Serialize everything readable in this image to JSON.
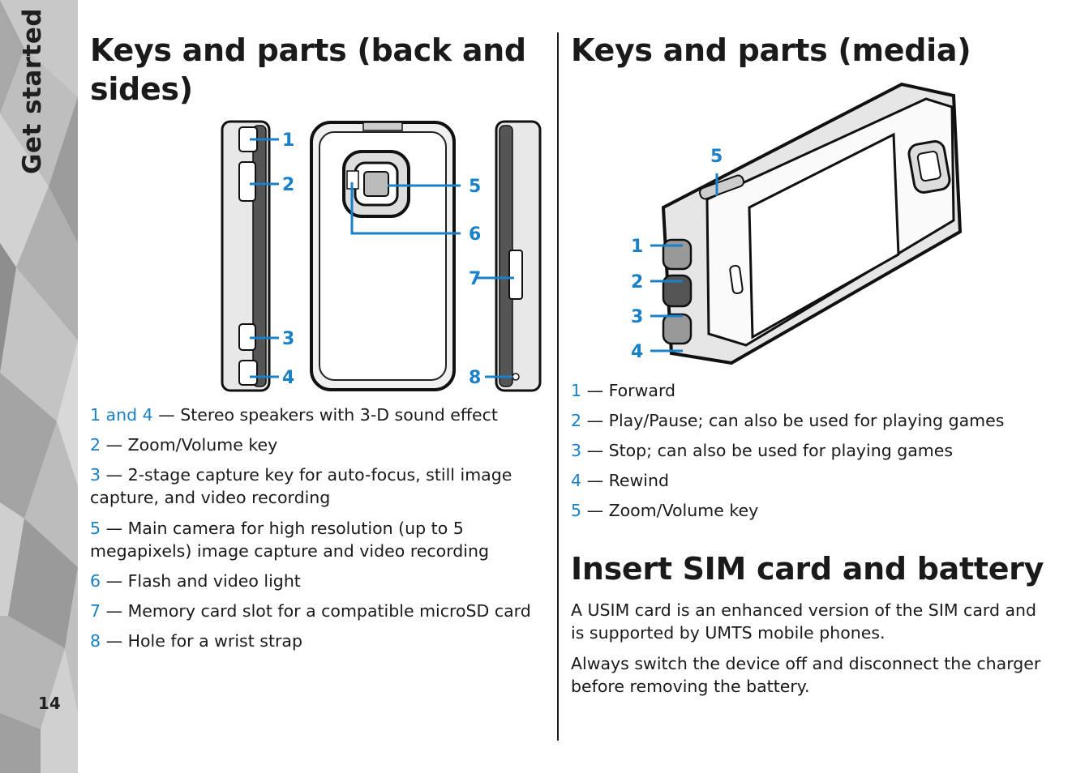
{
  "sidebar": {
    "section_label": "Get started",
    "page_number": "14"
  },
  "left": {
    "title": "Keys and parts (back and sides)",
    "callouts": [
      "1",
      "2",
      "3",
      "4",
      "5",
      "6",
      "7",
      "8"
    ],
    "items": [
      {
        "num": "1 and 4",
        "text": " — Stereo speakers with 3-D sound effect"
      },
      {
        "num": "2",
        "text": " — Zoom/Volume key"
      },
      {
        "num": "3",
        "text": " — 2-stage capture key for auto-focus, still image capture, and video recording"
      },
      {
        "num": "5",
        "text": " — Main camera for high resolution (up to 5 megapixels) image capture and video recording"
      },
      {
        "num": "6",
        "text": " — Flash and video light"
      },
      {
        "num": "7",
        "text": " — Memory card slot for a compatible microSD card"
      },
      {
        "num": "8",
        "text": " — Hole for a wrist strap"
      }
    ]
  },
  "right": {
    "title": "Keys and parts (media)",
    "callouts": [
      "5",
      "1",
      "2",
      "3",
      "4"
    ],
    "items": [
      {
        "num": "1",
        "text": " — Forward"
      },
      {
        "num": "2",
        "text": " — Play/Pause; can also be used for playing games"
      },
      {
        "num": "3",
        "text": " — Stop; can also be used for playing games"
      },
      {
        "num": "4",
        "text": " — Rewind"
      },
      {
        "num": "5",
        "text": " — Zoom/Volume key"
      }
    ],
    "section2_title": "Insert SIM card and battery",
    "paragraphs": [
      "A USIM card is an enhanced version of the SIM card and is supported by UMTS mobile phones.",
      "Always switch the device off and disconnect the charger before removing the battery."
    ]
  },
  "colors": {
    "accent": "#1a80c8",
    "text": "#1a1a1a",
    "sidebar": "#b9b9b9"
  }
}
